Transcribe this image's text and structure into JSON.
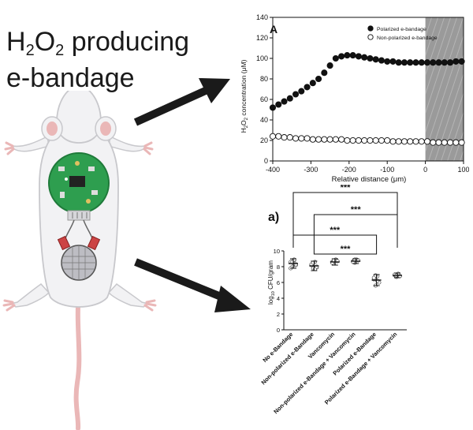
{
  "title": {
    "line1_pre": "H",
    "line1_sub1": "2",
    "line1_mid": "O",
    "line1_sub2": "2",
    "line1_post": " producing",
    "line2": "e-bandage"
  },
  "colors": {
    "circuit_green": "#2e9e4f",
    "mouse_body": "#f2f2f4",
    "mouse_pink": "#eab7b7",
    "arrow": "#1a1a1a",
    "shaded_region": "#9a9a9a"
  },
  "icons": {
    "arrow_top": "arrow-right-up",
    "arrow_bottom": "arrow-right-down",
    "mouse": "mouse-illustration"
  },
  "chart_data": [
    {
      "type": "scatter",
      "panel_label": "A",
      "xlabel": "Relative distance (μm)",
      "ylabel_parts": [
        "H",
        "2",
        "O",
        "2",
        " concentration (μM)"
      ],
      "xlim": [
        -400,
        100
      ],
      "ylim": [
        0,
        140
      ],
      "xticks": [
        -400,
        -300,
        -200,
        -100,
        0,
        100
      ],
      "yticks": [
        0,
        20,
        40,
        60,
        80,
        100,
        120,
        140
      ],
      "shaded_region_x": [
        0,
        100
      ],
      "legend_position": "top-right",
      "series": [
        {
          "name": "Polarized e-bandage",
          "marker": "filled-circle",
          "x": [
            -400,
            -385,
            -370,
            -355,
            -340,
            -325,
            -310,
            -295,
            -280,
            -265,
            -250,
            -235,
            -220,
            -205,
            -190,
            -175,
            -160,
            -145,
            -130,
            -115,
            -100,
            -85,
            -70,
            -55,
            -40,
            -25,
            -10,
            5,
            20,
            35,
            50,
            65,
            80,
            95
          ],
          "y": [
            52,
            55,
            58,
            61,
            65,
            68,
            72,
            76,
            80,
            86,
            93,
            100,
            102,
            103,
            103,
            102,
            101,
            100,
            99,
            98,
            97,
            97,
            96,
            96,
            96,
            96,
            96,
            96,
            96,
            96,
            96,
            96,
            97,
            97
          ]
        },
        {
          "name": "Non-polarized e-bandage",
          "marker": "open-circle",
          "x": [
            -400,
            -385,
            -370,
            -355,
            -340,
            -325,
            -310,
            -295,
            -280,
            -265,
            -250,
            -235,
            -220,
            -205,
            -190,
            -175,
            -160,
            -145,
            -130,
            -115,
            -100,
            -85,
            -70,
            -55,
            -40,
            -25,
            -10,
            5,
            20,
            35,
            50,
            65,
            80,
            95
          ],
          "y": [
            24,
            24,
            23,
            23,
            22,
            22,
            22,
            21,
            21,
            21,
            21,
            21,
            21,
            20,
            20,
            20,
            20,
            20,
            20,
            20,
            20,
            19,
            19,
            19,
            19,
            19,
            19,
            19,
            18,
            18,
            18,
            18,
            18,
            18
          ]
        }
      ]
    },
    {
      "type": "scatter",
      "panel_label": "a)",
      "ylabel_parts": [
        "log",
        "10",
        " CFU/gram"
      ],
      "ylim": [
        0,
        10
      ],
      "yticks": [
        0,
        2,
        4,
        6,
        8,
        10
      ],
      "categories": [
        "No e-Bandage",
        "Non-polarized e-Bandage",
        "Vancomycin",
        "Non-polarized e-Bandage + Vancomycin",
        "Polarized e-Bandage",
        "Polarized e-Bandage + Vancomycin"
      ],
      "means": [
        8.4,
        8.1,
        8.6,
        8.7,
        6.3,
        6.9
      ],
      "error_bars": [
        0.6,
        0.6,
        0.4,
        0.3,
        0.7,
        0.3
      ],
      "points": [
        [
          8.6,
          8.0,
          8.8,
          8.2,
          7.8,
          8.6,
          8.9,
          8.3
        ],
        [
          8.2,
          7.8,
          8.6,
          7.9,
          8.3,
          8.5,
          7.7,
          8.0
        ],
        [
          8.6,
          8.4,
          8.9,
          8.7,
          8.5,
          8.8
        ],
        [
          8.7,
          8.5,
          8.9,
          8.8,
          8.6,
          8.9
        ],
        [
          6.4,
          5.6,
          6.8,
          6.0,
          6.6,
          6.9,
          6.2
        ],
        [
          6.9,
          6.7,
          7.1,
          6.8,
          7.0,
          6.9
        ]
      ],
      "significance": [
        {
          "from": 0,
          "to": 5,
          "label": "***"
        },
        {
          "from": 1,
          "to": 5,
          "label": "***"
        },
        {
          "from": 0,
          "to": 4,
          "label": "***"
        },
        {
          "from": 1,
          "to": 4,
          "label": "***"
        }
      ]
    }
  ]
}
